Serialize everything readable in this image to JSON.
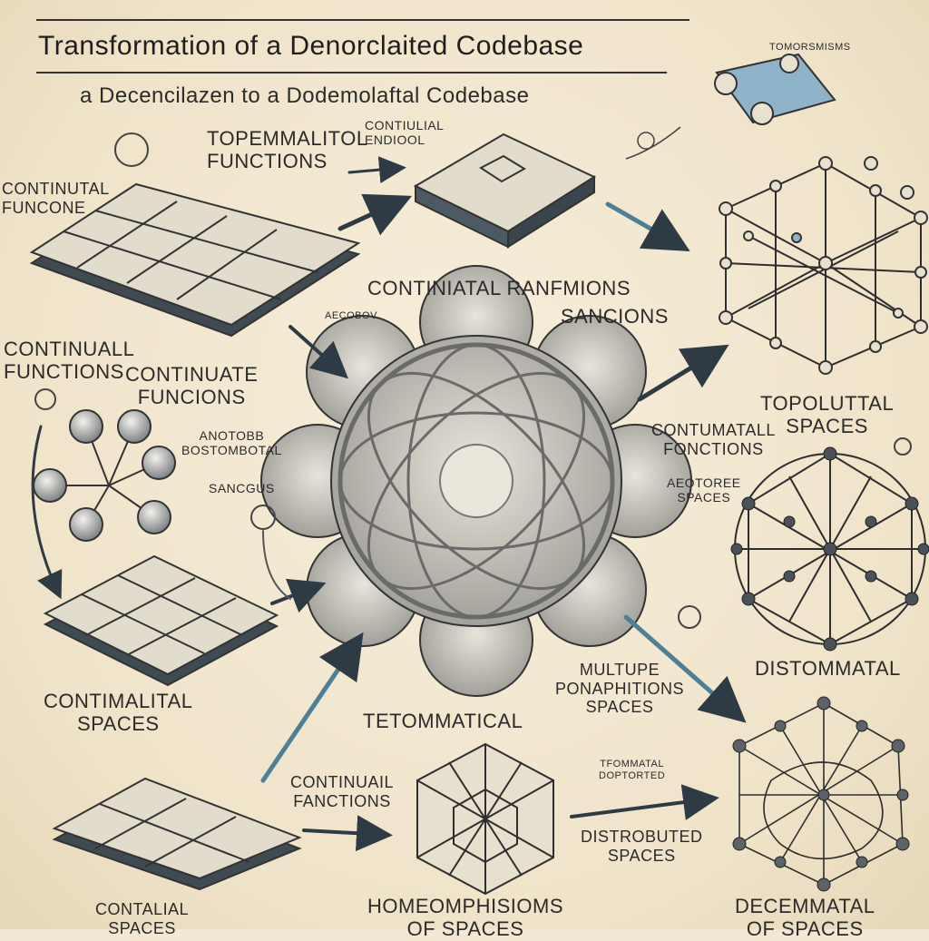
{
  "title": "Transformation of a Denorclaited Codebase",
  "subtitle": "a Decencilazen   to a Dodemolaftal Codebase",
  "labels": {
    "isomorphisms": "TOMORSMISMS",
    "topological_functions": "TOPEMMALITOL\nFUNCTIONS",
    "continual_ending": "CONTIULIAL\nENDIOOL",
    "continual_funcone": "CONTINUTAL\nFUNCONE",
    "continental_ranfmions": "CONTINIATAL RANFMIONS",
    "sancions": "SANCIONS",
    "small_note_1": "AECOBOV",
    "continuall_functions": "CONTINUALL\nFUNCTIONS",
    "continuate_funcions": "CONTINUATE\nFUNCIONS",
    "notobb": "ANOTOBB\nBOSTOMBOTAL",
    "sancgus": "SANCGUS",
    "topolutal_spaces": "TOPOLUTTAL\nSPACES",
    "contumatall_fonctions": "CONTUMATALL\nFONCTIONS",
    "aectoree_spaces": "AEOTOREE\nSPACES",
    "distommatal": "DISTOMMATAL",
    "continalital_spaces": "CONTIMALITAL\nSPACES",
    "tetommatical": "TETOMMATICAL",
    "multupe_spaces": "MULTUPE\nPONAPHITIONS\nSPACES",
    "continual_fanctions": "CONTINUAIL\nFANCTIONS",
    "distrobuted_spaces": "DISTROBUTED\nSPACES",
    "tfommatal_note": "TFOMMATAL\nDOPTORTED",
    "homeomorphisms": "HOMEOMPHISIOMS\nOF SPACES",
    "contalital_spaces": "CONTALIAL\nSPACES",
    "decemmatal": "DECEMMATAL\nOF SPACES"
  },
  "colors": {
    "ink": "#2b2b2b",
    "paper": "#f2e8d3",
    "tile_top": "#e2dccd",
    "tile_side": "#3f4a52",
    "accent_blue": "#6f9fb5"
  }
}
